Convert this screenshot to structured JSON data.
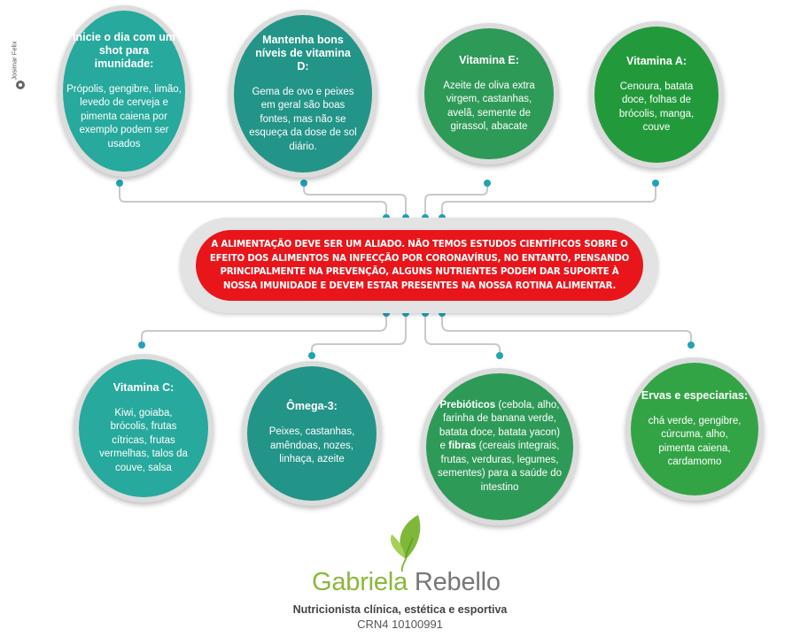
{
  "watermark": "Josimar Felix",
  "top_bubbles": [
    {
      "title": "Inicie o dia com um shot para imunidade:",
      "body": "Própolis, gengibre, limão, levedo de cerveja e pimenta caiena por exemplo podem ser usados"
    },
    {
      "title": "Mantenha bons níveis de vitamina D:",
      "body": "Gema de ovo e peixes em geral são boas fontes, mas não se esqueça da dose de sol diário."
    },
    {
      "title": "Vitamina E:",
      "body": "Azeite de oliva extra virgem, castanhas, avelã, semente de girassol, abacate"
    },
    {
      "title": "Vitamina A:",
      "body": "Cenoura, batata doce, folhas de brócolis, manga, couve"
    }
  ],
  "center_text": "A alimentação deve ser um aliado. Não temos estudos científicos sobre o efeito dos alimentos na infecção por coronavírus, no entanto, pensando principalmente na prevenção, alguns nutrientes podem dar suporte à nossa imunidade e devem estar presentes na nossa rotina alimentar.",
  "bottom_bubbles": [
    {
      "title": "Vitamina C:",
      "body": "Kiwi, goiaba, brócolis, frutas cítricas, frutas vermelhas, talos da couve, salsa"
    },
    {
      "title": "Ômega-3:",
      "body": "Peixes, castanhas, amêndoas, nozes, linhaça, azeite"
    },
    {
      "title": "Prebióticos",
      "title_rest": " (cebola, alho, farinha de banana verde, batata doce, batata yacon) e ",
      "title2": "fibras",
      "body": " (cereais integrais, frutas, verduras, legumes, sementes) para a saúde do intestino"
    },
    {
      "title": "Ervas e especiarias:",
      "body": "chá verde, gengibre, cúrcuma, alho, pimenta caiena, cardamomo"
    }
  ],
  "brand": {
    "first": "Gabriela",
    "last": " Rebello"
  },
  "subtitle": "Nutricionista clínica,  estética e esportiva",
  "crn": "CRN4 10100991",
  "colors": {
    "teal": "#27a99d",
    "green": "#229a3b",
    "red": "#e8151b",
    "connector": "#c7c7c7",
    "dot": "#22a3b5"
  }
}
